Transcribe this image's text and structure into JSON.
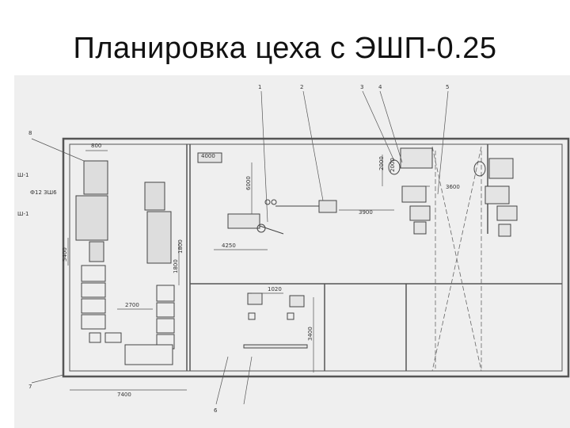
{
  "slide": {
    "title": "Планировка цеха с ЭШП-0.25"
  },
  "plan": {
    "callouts": [
      "1",
      "2",
      "3",
      "4",
      "5",
      "6",
      "7",
      "8"
    ],
    "dimensions": {
      "d_800": "800",
      "d_2000_a": "2000",
      "d_2000_b": "2000",
      "d_3600": "3600",
      "d_6000": "6000",
      "d_4250": "4250",
      "d_1800": "1800",
      "d_3900": "3900",
      "d_2700": "2700",
      "d_4000": "4000",
      "d_3400": "3400",
      "d_7400": "7400",
      "d_5400": "5400",
      "d_1020": "1020",
      "d_1800_b": "1800"
    },
    "left_labels": [
      "Ш-1",
      "Ф12 ЗШ6",
      "Ш-1"
    ]
  }
}
